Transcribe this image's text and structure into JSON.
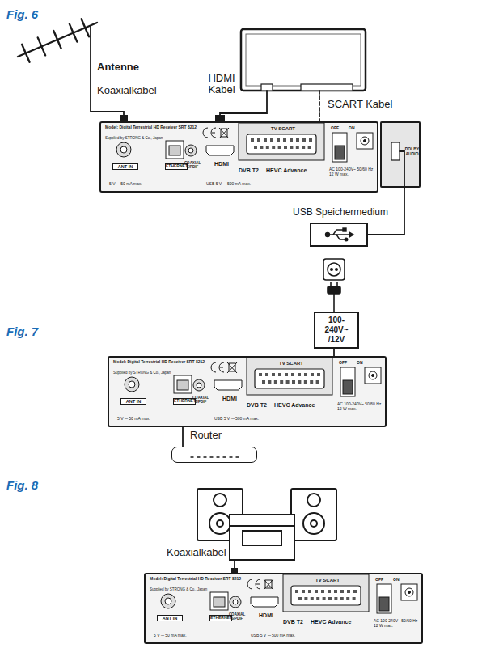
{
  "diagram": {
    "nodes": [
      {
        "text": [
          "Model: Digital Terrestrial HD Receiver SRT 8212",
          "Supplied by STRONG & Co., Japan",
          "TV SCART",
          "OFF",
          "ON",
          "ANT IN",
          "ETHERNET",
          "COAXIAL S/PDIF",
          "HDMI",
          "DVB T2",
          "HEVC Advance",
          "5 V ⎓ 50 mA max.",
          "USB 5 V ⎓ 500 mA max.",
          "AC 100-240V~ 50/60 Hz 12 W max."
        ]
      },
      {
        "text": [
          "DOLBY AUDIO"
        ]
      },
      {
        "text": [
          "USB Speichermedium"
        ]
      },
      {
        "text": [
          "100-240V~ /12V"
        ]
      },
      {
        "text": [
          "Model: Digital Terrestrial HD Receiver SRT 8212",
          "Supplied by STRONG & Co., Japan",
          "TV SCART",
          "OFF",
          "ON",
          "ANT IN",
          "ETHERNET",
          "COAXIAL S/PDIF",
          "HDMI",
          "DVB T2",
          "HEVC Advance",
          "5 V ⎓ 50 mA max.",
          "USB 5 V ⎓ 500 mA max.",
          "AC 100-240V~ 50/60 Hz 12 W max."
        ]
      },
      {
        "text": [
          "Router"
        ]
      },
      {
        "text": [
          "Model: Digital Terrestrial HD Receiver SRT 8212",
          "Supplied by STRONG & Co., Japan",
          "TV SCART",
          "OFF",
          "ON",
          "ANT IN",
          "ETHERNET",
          "COAXIAL S/PDIF",
          "HDMI",
          "DVB T2",
          "HEVC Advance",
          "5 V ⎓ 50 mA max.",
          "USB 5 V ⎓ 500 mA max.",
          "AC 100-240V~ 50/60 Hz 12 W max."
        ]
      }
    ],
    "edges": [
      {
        "from": 2,
        "to": 1,
        "arrow": "none"
      },
      {
        "from": 3,
        "to": 4,
        "arrow": "none"
      },
      {
        "from": 5,
        "to": 4,
        "arrow": "none"
      }
    ],
    "labels": [
      "Fig. 6",
      "Antenne",
      "Koaxialkabel",
      "HDMI Kabel",
      "SCART Kabel",
      "Fig. 7",
      "Fig. 8",
      "Koaxialkabel"
    ]
  }
}
